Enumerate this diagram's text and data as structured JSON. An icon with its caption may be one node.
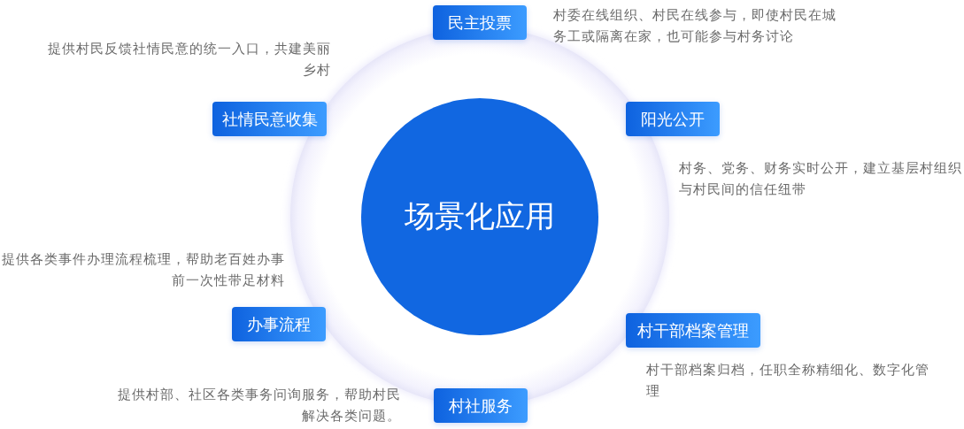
{
  "diagram": {
    "nodes": [
      {
        "text": [
          "场景化应用"
        ]
      },
      {
        "text": [
          "民主投票"
        ],
        "beside": [
          "村委在线组织、村民在线参与，即使村民在城务工或隔离在家，也可能参与村务讨论"
        ]
      },
      {
        "text": [
          "阳光公开"
        ],
        "beside": [
          "村务、党务、财务实时公开，建立基层村组织与村民间的信任纽带"
        ]
      },
      {
        "text": [
          "村干部档案管理"
        ],
        "beside": [
          "村干部档案归档，任职全称精细化、数字化管理"
        ]
      },
      {
        "text": [
          "村社服务"
        ],
        "beside": [
          "提供村部、社区各类事务问询服务，帮助村民解决各类问题。"
        ]
      },
      {
        "text": [
          "办事流程"
        ],
        "beside": [
          "提供各类事件办理流程梳理，帮助老百姓办事前一次性带足材料"
        ]
      },
      {
        "text": [
          "社情民意收集"
        ],
        "beside": [
          "提供村民反馈社情民意的统一入口，共建美丽乡村"
        ]
      }
    ]
  }
}
